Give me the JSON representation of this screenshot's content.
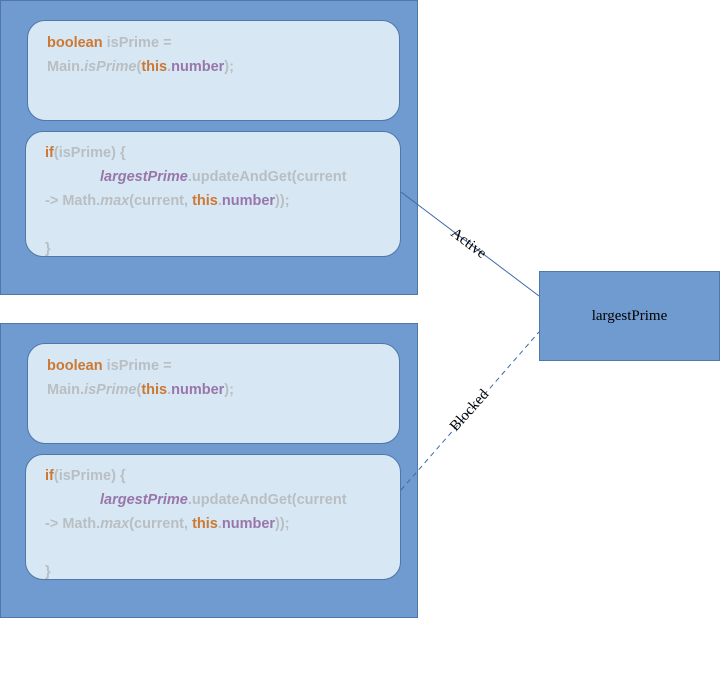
{
  "code": {
    "boolean_kw": "boolean",
    "is_prime_var": "isPrime",
    "equals": "=",
    "main_cls": "Main.",
    "is_prime_method": "isPrime",
    "open_paren": "(",
    "this_kw": "this",
    "dot": ".",
    "number_field": "number",
    "close_semi": ");",
    "if_kw": "if",
    "if_cond": "(isPrime) {",
    "largest_prime_field": "largestPrime",
    "update_call": ".updateAndGet(current",
    "arrow_math": "-> Math.",
    "max_method": "max",
    "current_arg": "(current, ",
    "close_double": "));",
    "close_brace": "}"
  },
  "resource": {
    "label": "largestPrime"
  },
  "edges": {
    "active": {
      "label": "Active",
      "style": "solid"
    },
    "blocked": {
      "label": "Blocked",
      "style": "dashed"
    }
  },
  "colors": {
    "container": "#6f9bd0",
    "codebox": "#d7e8f4",
    "keyword": "#cc7832",
    "field": "#9876aa",
    "plain_code": "#b9bec3"
  }
}
